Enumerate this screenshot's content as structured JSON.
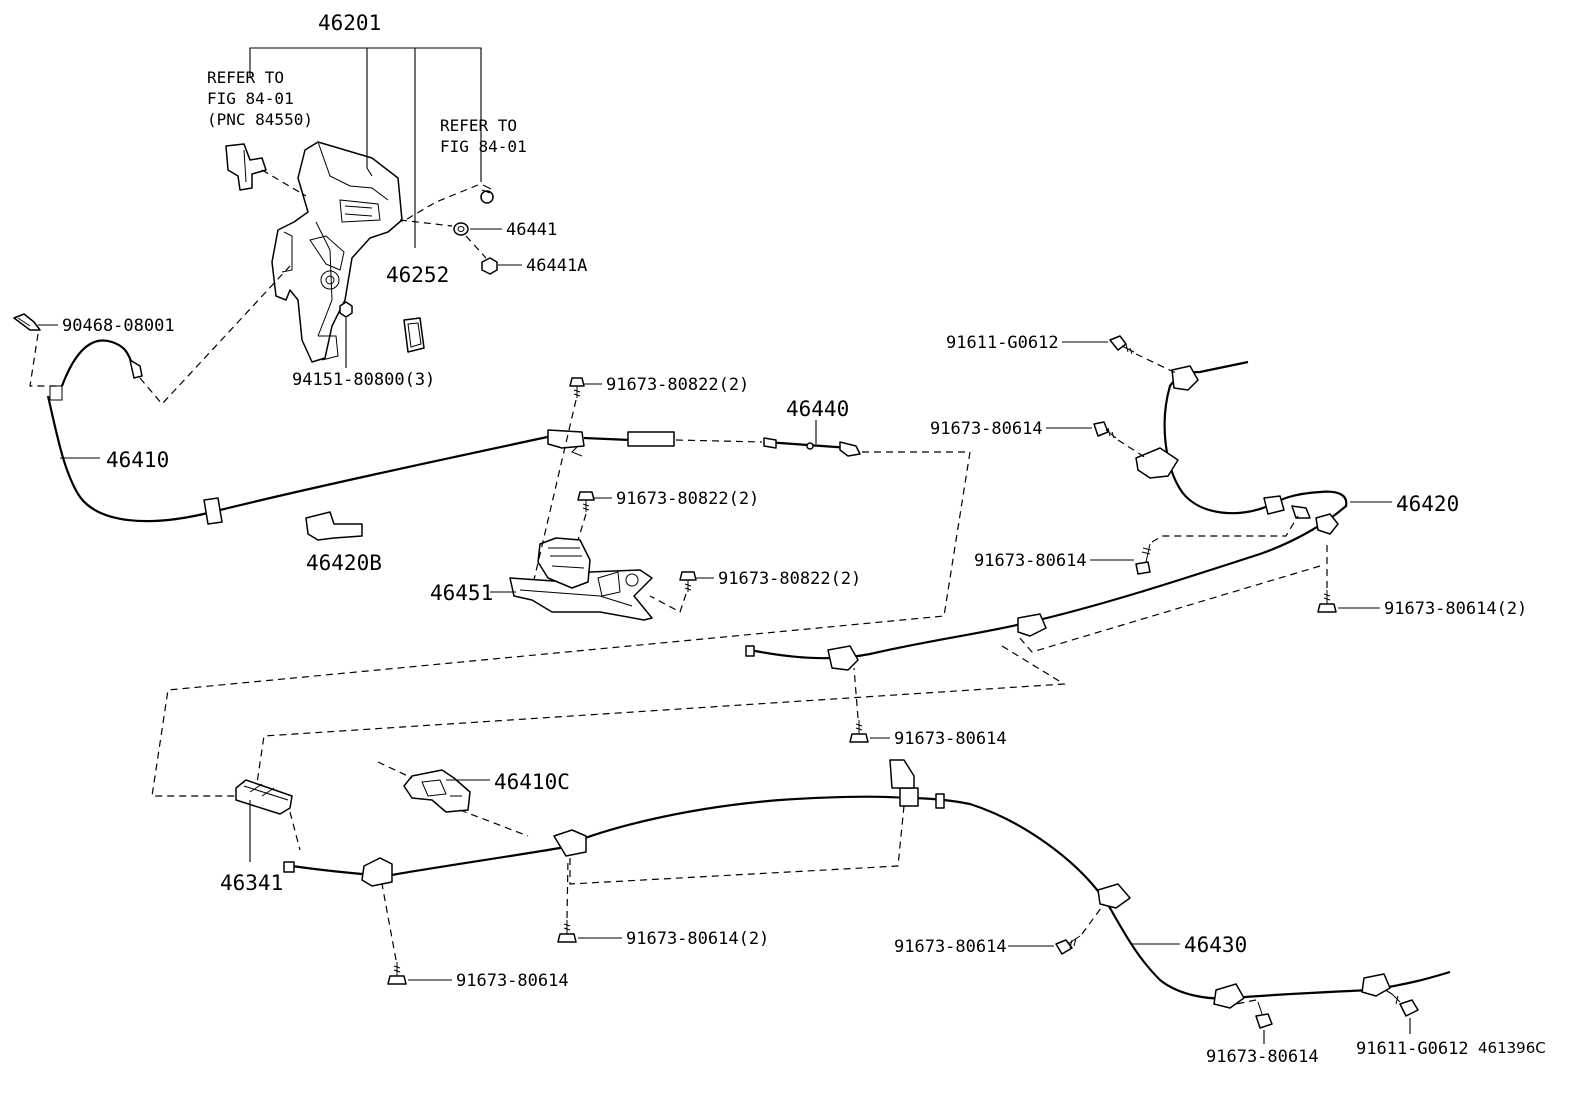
{
  "figure_id": "461396C",
  "notes": {
    "refer_left": [
      "REFER TO",
      "FIG 84-01",
      "(PNC 84550)"
    ],
    "refer_right": [
      "REFER TO",
      "FIG 84-01"
    ]
  },
  "labels": {
    "p46201": "46201",
    "p46252": "46252",
    "p46441": "46441",
    "p46441a": "46441A",
    "p90468": "90468-08001",
    "p94151": "94151-80800(3)",
    "p46410": "46410",
    "p46420b": "46420B",
    "p46451": "46451",
    "p46440": "46440",
    "p80822a": "91673-80822(2)",
    "p80822b": "91673-80822(2)",
    "p80822c": "91673-80822(2)",
    "pG0612top": "91611-G0612",
    "p80614a": "91673-80614",
    "p46420": "46420",
    "p80614b": "91673-80614",
    "p80614x2a": "91673-80614(2)",
    "p80614c": "91673-80614",
    "p46410c": "46410C",
    "p46341": "46341",
    "p80614x2b": "91673-80614(2)",
    "p80614d": "91673-80614",
    "p80614e": "91673-80614",
    "p46430": "46430",
    "p80614f": "91673-80614",
    "pG0612bot": "91611-G0612"
  }
}
